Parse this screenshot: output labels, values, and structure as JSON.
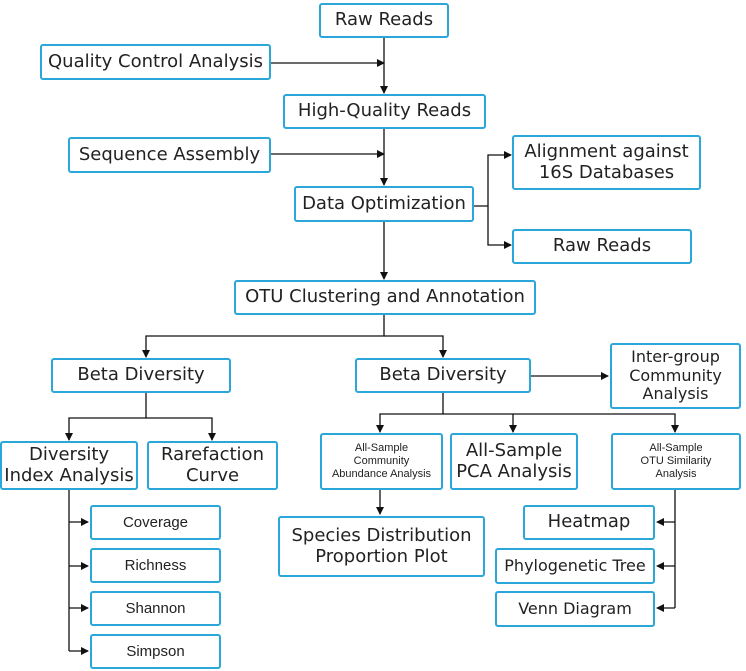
{
  "nodes": {
    "raw_reads_top": "Raw Reads",
    "quality_control": "Quality Control Analysis",
    "high_quality_reads": "High-Quality Reads",
    "sequence_assembly": "Sequence Assembly",
    "data_optimization": "Data Optimization",
    "alignment_16s": "Alignment against\n16S Databases",
    "raw_reads_right": "Raw Reads",
    "otu_clustering": "OTU Clustering and Annotation",
    "beta_diversity_left": "Beta Diversity",
    "beta_diversity_right": "Beta Diversity",
    "inter_group": "Inter-group\nCommunity\nAnalysis",
    "diversity_index": "Diversity\nIndex Analysis",
    "rarefaction": "Rarefaction\nCurve",
    "all_sample_abundance": "All-Sample\nCommunity\nAbundance Analysis",
    "all_sample_pca": "All-Sample\nPCA Analysis",
    "all_sample_otu": "All-Sample\nOTU Similarity\nAnalysis",
    "coverage": "Coverage",
    "richness": "Richness",
    "shannon": "Shannon",
    "simpson": "Simpson",
    "species_distribution": "Species Distribution\nProportion Plot",
    "heatmap": "Heatmap",
    "phylogenetic_tree": "Phylogenetic Tree",
    "venn_diagram": "Venn Diagram"
  },
  "colors": {
    "border": "#2aa6d8",
    "line": "#111111",
    "text": "#222222"
  }
}
